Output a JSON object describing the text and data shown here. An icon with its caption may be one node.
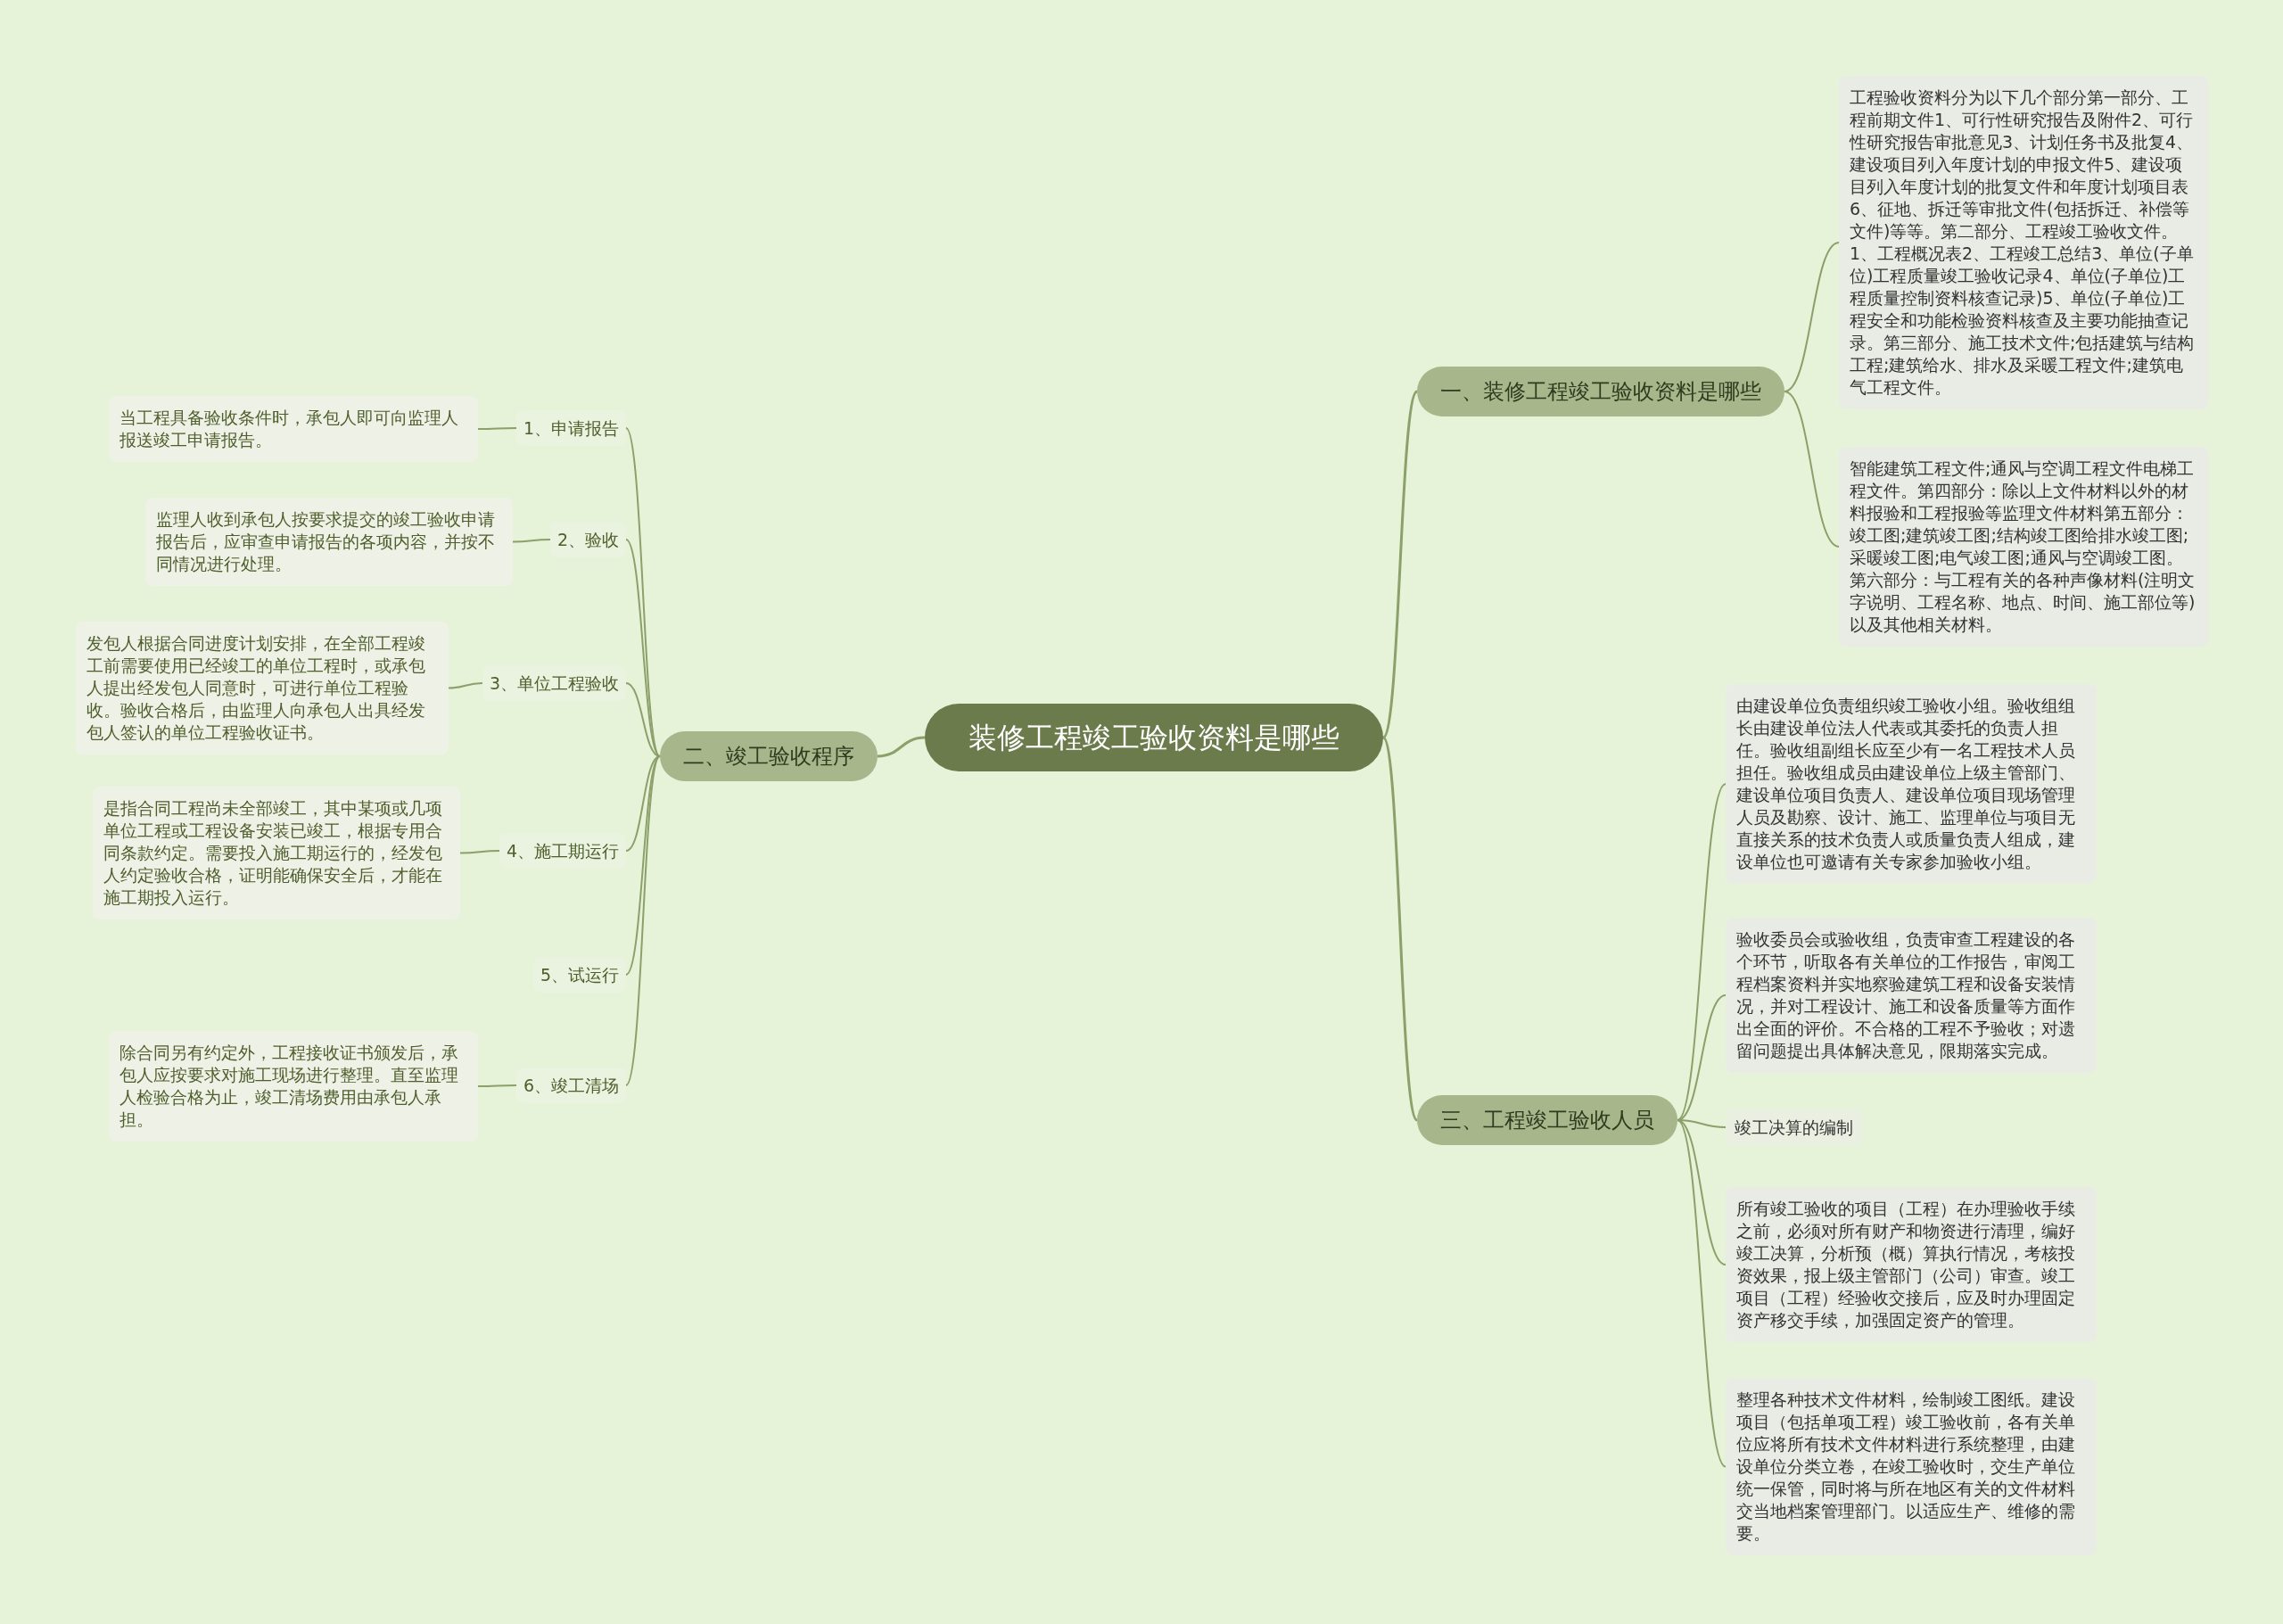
{
  "diagram": {
    "nodes": [
      {
        "text": [
          "装修工程竣工验收资料是哪些"
        ]
      },
      {
        "text": [
          "一、装修工程竣工验收资料是哪些"
        ]
      },
      {
        "text": [
          "工程验收资料分为以下几个部分第一部分、工程前期文件1、可行性研究报告及附件2、可行性研究报告审批意见3、计划任务书及批复4、建设项目列入年度计划的申报文件5、建设项目列入年度计划的批复文件和年度计划项目表6、征地、拆迁等审批文件(包括拆迁、补偿等文件)等等。第二部分、工程竣工验收文件。1、工程概况表2、工程竣工总结3、单位(子单位)工程质量竣工验收记录4、单位(子单位)工程质量控制资料核查记录)5、单位(子单位)工程安全和功能检验资料核查及主要功能抽查记录。第三部分、施工技术文件;包括建筑与结构工程;建筑给水、排水及采暖工程文件;建筑电气工程文件。"
        ]
      },
      {
        "text": [
          "智能建筑工程文件;通风与空调工程文件电梯工程文件。第四部分：除以上文件材料以外的材料报验和工程报验等监理文件材料第五部分：竣工图;建筑竣工图;结构竣工图给排水竣工图;采暖竣工图;电气竣工图;通风与空调竣工图。第六部分：与工程有关的各种声像材料(注明文字说明、工程名称、地点、时间、施工部位等)以及其他相关材料。"
        ]
      },
      {
        "text": [
          "二、竣工验收程序"
        ]
      },
      {
        "text": [
          "1、申请报告"
        ]
      },
      {
        "text": [
          "当工程具备验收条件时，承包人即可向监理人报送竣工申请报告。"
        ]
      },
      {
        "text": [
          "2、验收"
        ]
      },
      {
        "text": [
          "监理人收到承包人按要求提交的竣工验收申请报告后，应审查申请报告的各项内容，并按不同情况进行处理。"
        ]
      },
      {
        "text": [
          "3、单位工程验收"
        ]
      },
      {
        "text": [
          "发包人根据合同进度计划安排，在全部工程竣工前需要使用已经竣工的单位工程时，或承包人提出经发包人同意时，可进行单位工程验收。验收合格后，由监理人向承包人出具经发包人签认的单位工程验收证书。"
        ]
      },
      {
        "text": [
          "4、施工期运行"
        ]
      },
      {
        "text": [
          "是指合同工程尚未全部竣工，其中某项或几项单位工程或工程设备安装已竣工，根据专用合同条款约定。需要投入施工期运行的，经发包人约定验收合格，证明能确保安全后，才能在施工期投入运行。"
        ]
      },
      {
        "text": [
          "5、试运行"
        ]
      },
      {
        "text": [
          "6、竣工清场"
        ]
      },
      {
        "text": [
          "除合同另有约定外，工程接收证书颁发后，承包人应按要求对施工现场进行整理。直至监理人检验合格为止，竣工清场费用由承包人承担。"
        ]
      },
      {
        "text": [
          "三、工程竣工验收人员"
        ]
      },
      {
        "text": [
          "由建设单位负责组织竣工验收小组。验收组组长由建设单位法人代表或其委托的负责人担任。验收组副组长应至少有一名工程技术人员担任。验收组成员由建设单位上级主管部门、建设单位项目负责人、建设单位项目现场管理人员及勘察、设计、施工、监理单位与项目无直接关系的技术负责人或质量负责人组成，建设单位也可邀请有关专家参加验收小组。"
        ]
      },
      {
        "text": [
          "验收委员会或验收组，负责审查工程建设的各个环节，听取各有关单位的工作报告，审阅工程档案资料并实地察验建筑工程和设备安装情况，并对工程设计、施工和设备质量等方面作出全面的评价。不合格的工程不予验收；对遗留问题提出具体解决意见，限期落实完成。"
        ]
      },
      {
        "text": [
          "竣工决算的编制"
        ]
      },
      {
        "text": [
          "所有竣工验收的项目（工程）在办理验收手续之前，必须对所有财产和物资进行清理，编好竣工决算，分析预（概）算执行情况，考核投资效果，报上级主管部门（公司）审查。竣工项目（工程）经验收交接后，应及时办理固定资产移交手续，加强固定资产的管理。"
        ]
      },
      {
        "text": [
          "整理各种技术文件材料，绘制竣工图纸。建设项目（包括单项工程）竣工验收前，各有关单位应将所有技术文件材料进行系统整理，由建设单位分类立卷，在竣工验收时，交生产单位统一保管，同时将与所在地区有关的文件材料交当地档案管理部门。以适应生产、维修的需要。"
        ]
      }
    ],
    "edges": [
      {
        "from": 0,
        "to": 1,
        "arrow": "none"
      },
      {
        "from": 1,
        "to": 2,
        "arrow": "none"
      },
      {
        "from": 1,
        "to": 3,
        "arrow": "none"
      },
      {
        "from": 0,
        "to": 4,
        "arrow": "none"
      },
      {
        "from": 4,
        "to": 5,
        "arrow": "none"
      },
      {
        "from": 5,
        "to": 6,
        "arrow": "none"
      },
      {
        "from": 4,
        "to": 7,
        "arrow": "none"
      },
      {
        "from": 7,
        "to": 8,
        "arrow": "none"
      },
      {
        "from": 4,
        "to": 9,
        "arrow": "none"
      },
      {
        "from": 9,
        "to": 10,
        "arrow": "none"
      },
      {
        "from": 4,
        "to": 11,
        "arrow": "none"
      },
      {
        "from": 11,
        "to": 12,
        "arrow": "none"
      },
      {
        "from": 4,
        "to": 13,
        "arrow": "none"
      },
      {
        "from": 4,
        "to": 14,
        "arrow": "none"
      },
      {
        "from": 14,
        "to": 15,
        "arrow": "none"
      },
      {
        "from": 0,
        "to": 16,
        "arrow": "none"
      },
      {
        "from": 16,
        "to": 17,
        "arrow": "none"
      },
      {
        "from": 16,
        "to": 18,
        "arrow": "none"
      },
      {
        "from": 16,
        "to": 19,
        "arrow": "none"
      },
      {
        "from": 16,
        "to": 20,
        "arrow": "none"
      },
      {
        "from": 16,
        "to": 21,
        "arrow": "none"
      }
    ]
  }
}
